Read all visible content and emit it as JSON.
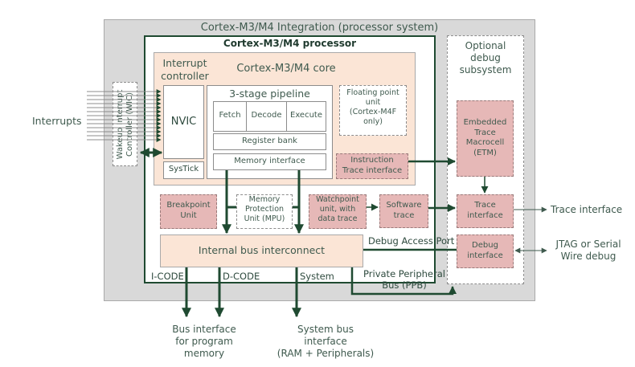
{
  "diagram": {
    "integration_title": "Cortex-M3/M4 Integration (processor system)",
    "processor_title": "Cortex-M3/M4 processor",
    "core_title": "Cortex-M3/M4 core",
    "interrupt_controller_title": "Interrupt\ncontroller",
    "nvic": "NVIC",
    "systick": "SysTick",
    "wic": "Wakeup Interrupt\nController (WIC)",
    "pipeline_title": "3-stage pipeline",
    "pipeline_stages": [
      "Fetch",
      "Decode",
      "Execute"
    ],
    "register_bank": "Register bank",
    "memory_interface": "Memory interface",
    "fpu": "Floating point\nunit\n(Cortex-M4F\nonly)",
    "instruction_trace": "Instruction\nTrace interface",
    "breakpoint_unit": "Breakpoint\nUnit",
    "mpu": "Memory\nProtection\nUnit (MPU)",
    "watchpoint_unit": "Watchpoint\nunit, with\ndata trace",
    "software_trace": "Software\ntrace",
    "internal_bus": "Internal bus interconnect",
    "debug_subsystem_title": "Optional\ndebug\nsubsystem",
    "etm": "Embedded\nTrace\nMacrocell\n(ETM)",
    "trace_interface_box": "Trace\ninterface",
    "debug_interface_box": "Debug\ninterface",
    "bus_labels": {
      "icode": "I-CODE",
      "dcode": "D-CODE",
      "system": "System",
      "dap": "Debug Access Port",
      "ppb": "Private Peripheral\nBus (PPB)"
    },
    "external": {
      "interrupts": "Interrupts",
      "trace_interface": "Trace interface",
      "jtag": "JTAG or Serial\nWire debug",
      "program_memory_bus": "Bus interface\nfor program\nmemory",
      "system_bus": "System bus\ninterface\n(RAM + Peripherals)"
    },
    "colors": {
      "wire": "#1f4a31",
      "core_fill": "#fbe5d6",
      "debug_block_fill": "#e6b8b7",
      "integration_fill": "#d9d9d9"
    }
  }
}
